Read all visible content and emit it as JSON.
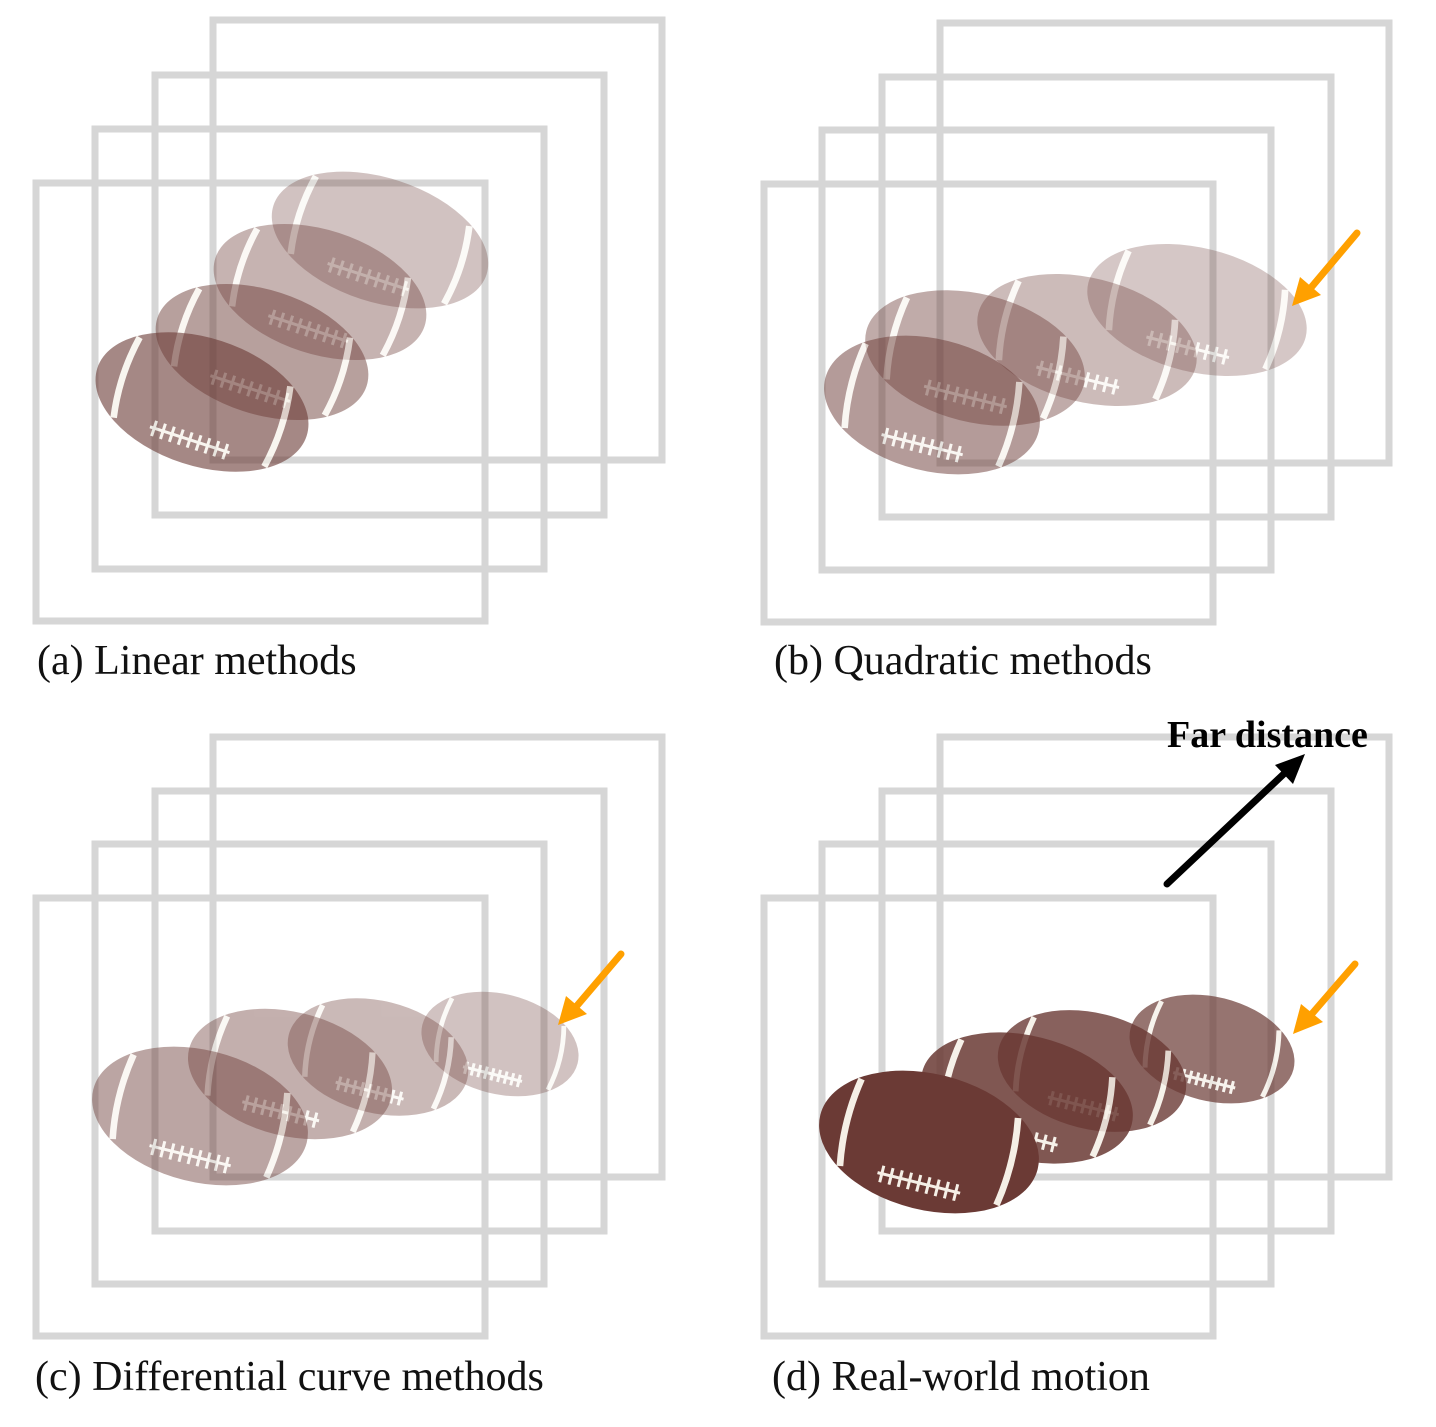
{
  "panels": [
    {
      "id": "a",
      "caption": "(a) Linear methods",
      "balls": [
        {
          "cx": 0.0,
          "cy": 0.0,
          "s": 1.0,
          "o": 0.55
        },
        {
          "cx": 0.0,
          "cy": 0.0,
          "s": 1.0,
          "o": 0.45
        },
        {
          "cx": 0.0,
          "cy": 0.0,
          "s": 1.0,
          "o": 0.35
        },
        {
          "cx": 0.0,
          "cy": 0.0,
          "s": 1.0,
          "o": 0.28
        }
      ],
      "has_orange_arrow": false
    },
    {
      "id": "b",
      "caption": "(b) Quadratic methods",
      "has_orange_arrow": true
    },
    {
      "id": "c",
      "caption": "(c) Differential curve methods",
      "has_orange_arrow": true
    },
    {
      "id": "d",
      "caption": "(d) Real-world motion",
      "has_orange_arrow": true,
      "far_label": "Far distance"
    }
  ],
  "colors": {
    "frame": "#d6d6d6",
    "ball": "#6b3a35",
    "lace": "#f5efe6",
    "orange_arrow": "#ffa000",
    "black_arrow": "#000000"
  }
}
